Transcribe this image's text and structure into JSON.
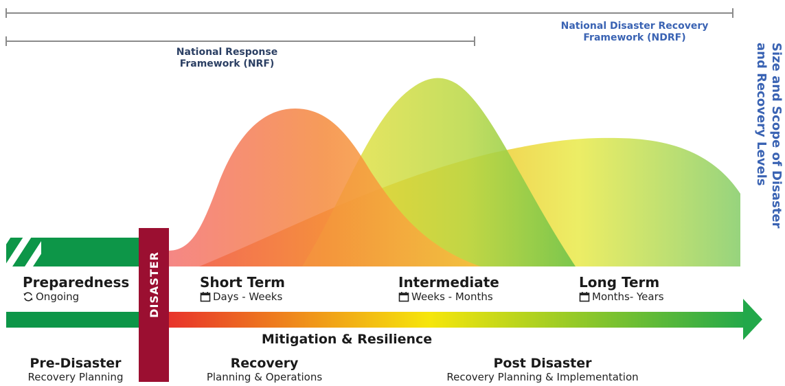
{
  "frameworks": {
    "nrf_label": "National Response Framework (NRF)",
    "ndrf_label": "National Disaster Recovery Framework (NDRF)"
  },
  "side_title": "Size and Scope of Disaster and Recovery Levels",
  "disaster_label": "DISASTER",
  "phases": [
    {
      "title": "Preparedness",
      "sub": "Ongoing",
      "icon": "refresh-icon"
    },
    {
      "title": "Short Term",
      "sub": "Days - Weeks",
      "icon": "calendar-icon"
    },
    {
      "title": "Intermediate",
      "sub": "Weeks - Months",
      "icon": "calendar-icon"
    },
    {
      "title": "Long Term",
      "sub": "Months- Years",
      "icon": "calendar-icon"
    }
  ],
  "mitigation_label": "Mitigation & Resilience",
  "bottom": [
    {
      "title": "Pre-Disaster",
      "sub": "Recovery Planning"
    },
    {
      "title": "Recovery",
      "sub": "Planning & Operations"
    },
    {
      "title": "Post Disaster",
      "sub": "Recovery Planning & Implementation"
    }
  ],
  "colors": {
    "dark_green": "#0d9648",
    "disaster_red": "#9b0f31",
    "nrf_text": "#2b3f63",
    "ndrf_text": "#3a63b3",
    "bracket_gray": "#8a8a8a"
  }
}
